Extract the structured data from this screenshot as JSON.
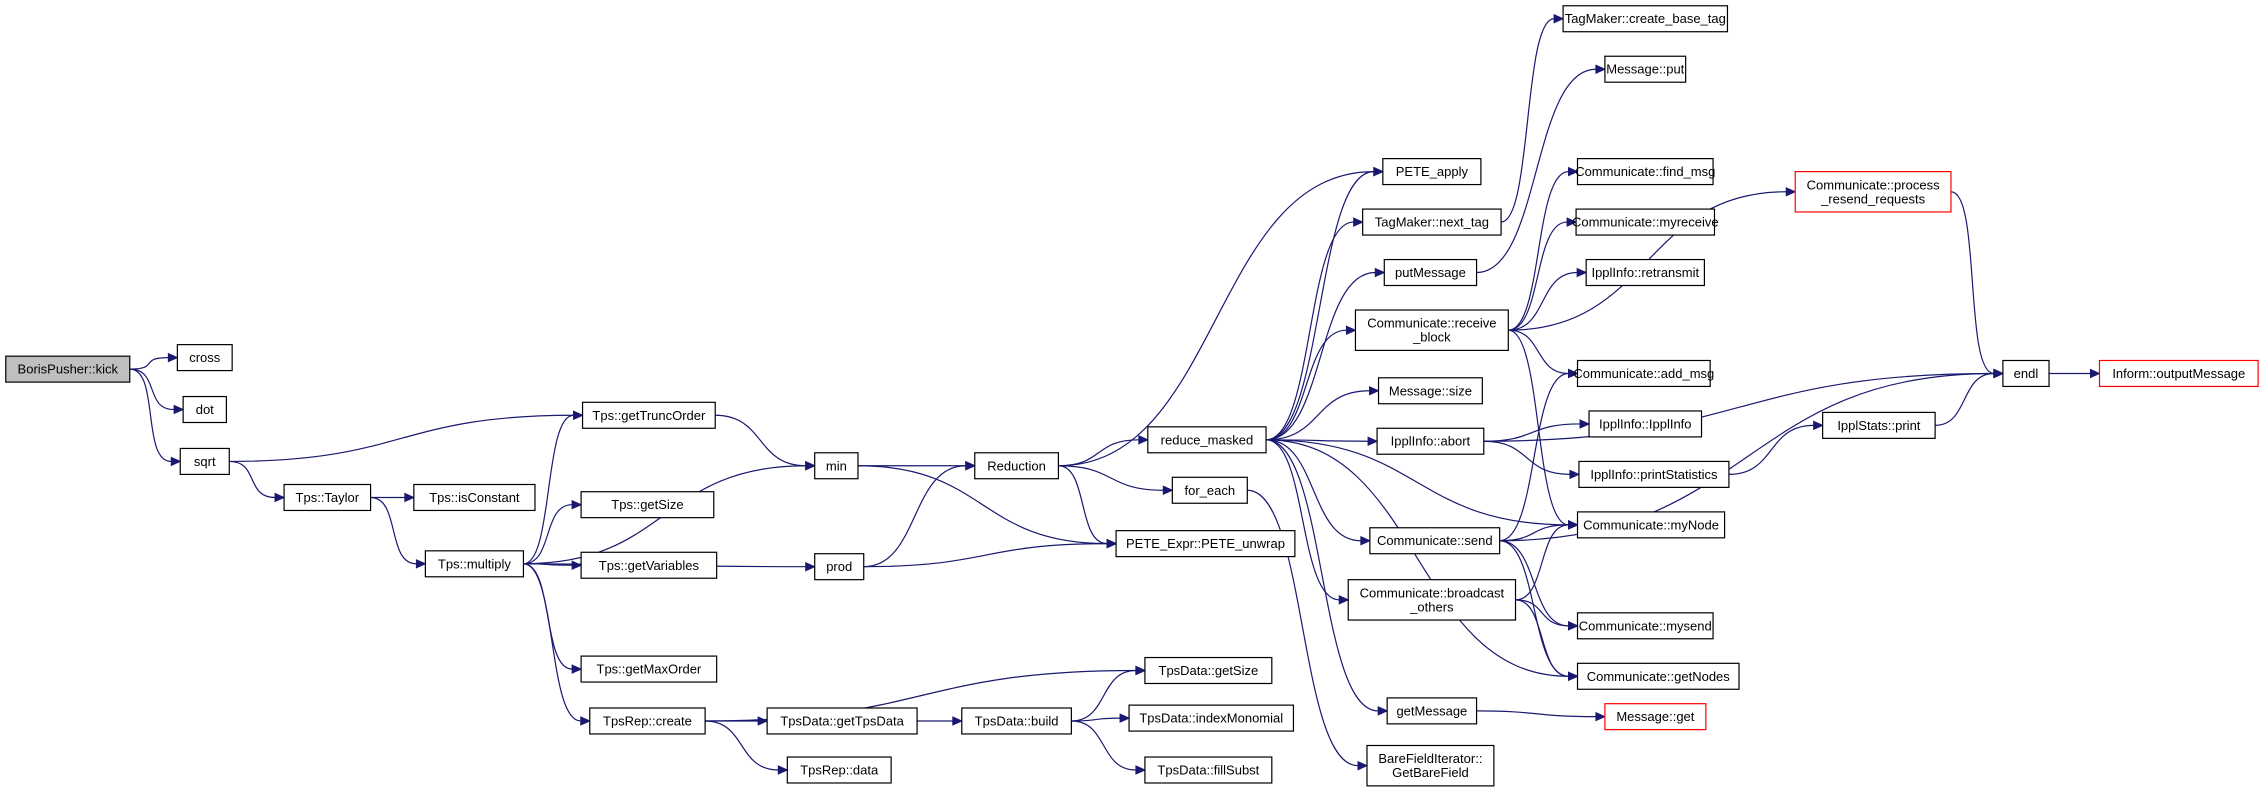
{
  "diagram": {
    "type": "call-graph",
    "colors": {
      "edge": "#191970",
      "focus_fill": "#bfbfbf",
      "truncated_border": "#ff0000",
      "border": "#000000"
    },
    "nodes": [
      {
        "id": "kick",
        "label": [
          "BorisPusher::kick"
        ],
        "focus": true
      },
      {
        "id": "cross",
        "label": [
          "cross"
        ]
      },
      {
        "id": "dot",
        "label": [
          "dot"
        ]
      },
      {
        "id": "sqrt",
        "label": [
          "sqrt"
        ]
      },
      {
        "id": "getTruncOrder",
        "label": [
          "Tps::getTruncOrder"
        ]
      },
      {
        "id": "taylor",
        "label": [
          "Tps::Taylor"
        ]
      },
      {
        "id": "isConstant",
        "label": [
          "Tps::isConstant"
        ]
      },
      {
        "id": "multiply",
        "label": [
          "Tps::multiply"
        ]
      },
      {
        "id": "getSize",
        "label": [
          "Tps::getSize"
        ]
      },
      {
        "id": "getVariables",
        "label": [
          "Tps::getVariables"
        ]
      },
      {
        "id": "getMaxOrder",
        "label": [
          "Tps::getMaxOrder"
        ]
      },
      {
        "id": "tpsrepCreate",
        "label": [
          "TpsRep::create"
        ]
      },
      {
        "id": "min",
        "label": [
          "min"
        ]
      },
      {
        "id": "prod",
        "label": [
          "prod"
        ]
      },
      {
        "id": "reduction",
        "label": [
          "Reduction"
        ]
      },
      {
        "id": "getTpsData",
        "label": [
          "TpsData::getTpsData"
        ]
      },
      {
        "id": "tpsrepData",
        "label": [
          "TpsRep::data"
        ]
      },
      {
        "id": "build",
        "label": [
          "TpsData::build"
        ]
      },
      {
        "id": "reduceMasked",
        "label": [
          "reduce_masked"
        ]
      },
      {
        "id": "forEach",
        "label": [
          "for_each"
        ]
      },
      {
        "id": "peteUnwrap",
        "label": [
          "PETE_Expr::PETE_unwrap"
        ]
      },
      {
        "id": "tpsdataGetSize",
        "label": [
          "TpsData::getSize"
        ]
      },
      {
        "id": "indexMonomial",
        "label": [
          "TpsData::indexMonomial"
        ]
      },
      {
        "id": "fillSubst",
        "label": [
          "TpsData::fillSubst"
        ]
      },
      {
        "id": "peteApply",
        "label": [
          "PETE_apply"
        ]
      },
      {
        "id": "nextTag",
        "label": [
          "TagMaker::next_tag"
        ]
      },
      {
        "id": "putMessage",
        "label": [
          "putMessage"
        ]
      },
      {
        "id": "receiveBlock",
        "label": [
          "Communicate::receive",
          "_block"
        ]
      },
      {
        "id": "messageSize",
        "label": [
          "Message::size"
        ]
      },
      {
        "id": "ipplAbort",
        "label": [
          "IpplInfo::abort"
        ]
      },
      {
        "id": "commSend",
        "label": [
          "Communicate::send"
        ]
      },
      {
        "id": "broadcastOthers",
        "label": [
          "Communicate::broadcast",
          "_others"
        ]
      },
      {
        "id": "getMessage",
        "label": [
          "getMessage"
        ]
      },
      {
        "id": "bareField",
        "label": [
          "BareFieldIterator::",
          "GetBareField"
        ]
      },
      {
        "id": "createBaseTag",
        "label": [
          "TagMaker::create_base_tag"
        ]
      },
      {
        "id": "messagePut",
        "label": [
          "Message::put"
        ]
      },
      {
        "id": "findMsg",
        "label": [
          "Communicate::find_msg"
        ]
      },
      {
        "id": "myreceive",
        "label": [
          "Communicate::myreceive"
        ]
      },
      {
        "id": "retransmit",
        "label": [
          "IpplInfo::retransmit"
        ]
      },
      {
        "id": "addMsg",
        "label": [
          "Communicate::add_msg"
        ]
      },
      {
        "id": "ipplInfoCtor",
        "label": [
          "IpplInfo::IpplInfo"
        ]
      },
      {
        "id": "printStatistics",
        "label": [
          "IpplInfo::printStatistics"
        ]
      },
      {
        "id": "myNode",
        "label": [
          "Communicate::myNode"
        ]
      },
      {
        "id": "mysend",
        "label": [
          "Communicate::mysend"
        ]
      },
      {
        "id": "getNodes",
        "label": [
          "Communicate::getNodes"
        ]
      },
      {
        "id": "messageGet",
        "label": [
          "Message::get"
        ],
        "truncated": true
      },
      {
        "id": "processResend",
        "label": [
          "Communicate::process",
          "_resend_requests"
        ],
        "truncated": true
      },
      {
        "id": "ipplStatsPrint",
        "label": [
          "IpplStats::print"
        ]
      },
      {
        "id": "endl",
        "label": [
          "endl"
        ]
      },
      {
        "id": "outputMessage",
        "label": [
          "Inform::outputMessage"
        ],
        "truncated": true
      }
    ],
    "edges": [
      [
        "kick",
        "cross"
      ],
      [
        "kick",
        "dot"
      ],
      [
        "kick",
        "sqrt"
      ],
      [
        "sqrt",
        "getTruncOrder"
      ],
      [
        "sqrt",
        "taylor"
      ],
      [
        "taylor",
        "isConstant"
      ],
      [
        "taylor",
        "multiply"
      ],
      [
        "multiply",
        "getTruncOrder"
      ],
      [
        "multiply",
        "getSize"
      ],
      [
        "multiply",
        "getVariables"
      ],
      [
        "multiply",
        "getMaxOrder"
      ],
      [
        "multiply",
        "tpsrepCreate"
      ],
      [
        "multiply",
        "min"
      ],
      [
        "multiply",
        "prod"
      ],
      [
        "getTruncOrder",
        "min"
      ],
      [
        "min",
        "reduction"
      ],
      [
        "min",
        "peteUnwrap"
      ],
      [
        "prod",
        "reduction"
      ],
      [
        "prod",
        "peteUnwrap"
      ],
      [
        "tpsrepCreate",
        "getTpsData"
      ],
      [
        "tpsrepCreate",
        "tpsrepData"
      ],
      [
        "tpsrepCreate",
        "tpsdataGetSize"
      ],
      [
        "getTpsData",
        "build"
      ],
      [
        "build",
        "tpsdataGetSize"
      ],
      [
        "build",
        "indexMonomial"
      ],
      [
        "build",
        "fillSubst"
      ],
      [
        "reduction",
        "reduceMasked"
      ],
      [
        "reduction",
        "forEach"
      ],
      [
        "reduction",
        "peteUnwrap"
      ],
      [
        "reduction",
        "peteApply"
      ],
      [
        "reduceMasked",
        "peteApply"
      ],
      [
        "reduceMasked",
        "nextTag"
      ],
      [
        "reduceMasked",
        "putMessage"
      ],
      [
        "reduceMasked",
        "receiveBlock"
      ],
      [
        "reduceMasked",
        "messageSize"
      ],
      [
        "reduceMasked",
        "ipplAbort"
      ],
      [
        "reduceMasked",
        "commSend"
      ],
      [
        "reduceMasked",
        "broadcastOthers"
      ],
      [
        "reduceMasked",
        "getMessage"
      ],
      [
        "reduceMasked",
        "myNode"
      ],
      [
        "reduceMasked",
        "getNodes"
      ],
      [
        "forEach",
        "bareField"
      ],
      [
        "nextTag",
        "createBaseTag"
      ],
      [
        "putMessage",
        "messagePut"
      ],
      [
        "receiveBlock",
        "processResend"
      ],
      [
        "receiveBlock",
        "findMsg"
      ],
      [
        "receiveBlock",
        "myreceive"
      ],
      [
        "receiveBlock",
        "retransmit"
      ],
      [
        "receiveBlock",
        "addMsg"
      ],
      [
        "receiveBlock",
        "myNode"
      ],
      [
        "ipplAbort",
        "ipplInfoCtor"
      ],
      [
        "ipplAbort",
        "printStatistics"
      ],
      [
        "ipplAbort",
        "endl"
      ],
      [
        "commSend",
        "addMsg"
      ],
      [
        "commSend",
        "myNode"
      ],
      [
        "commSend",
        "mysend"
      ],
      [
        "commSend",
        "getNodes"
      ],
      [
        "commSend",
        "endl"
      ],
      [
        "broadcastOthers",
        "myNode"
      ],
      [
        "broadcastOthers",
        "mysend"
      ],
      [
        "broadcastOthers",
        "getNodes"
      ],
      [
        "getMessage",
        "messageGet"
      ],
      [
        "printStatistics",
        "ipplStatsPrint"
      ],
      [
        "ipplStatsPrint",
        "endl"
      ],
      [
        "processResend",
        "endl"
      ],
      [
        "endl",
        "outputMessage"
      ]
    ]
  }
}
